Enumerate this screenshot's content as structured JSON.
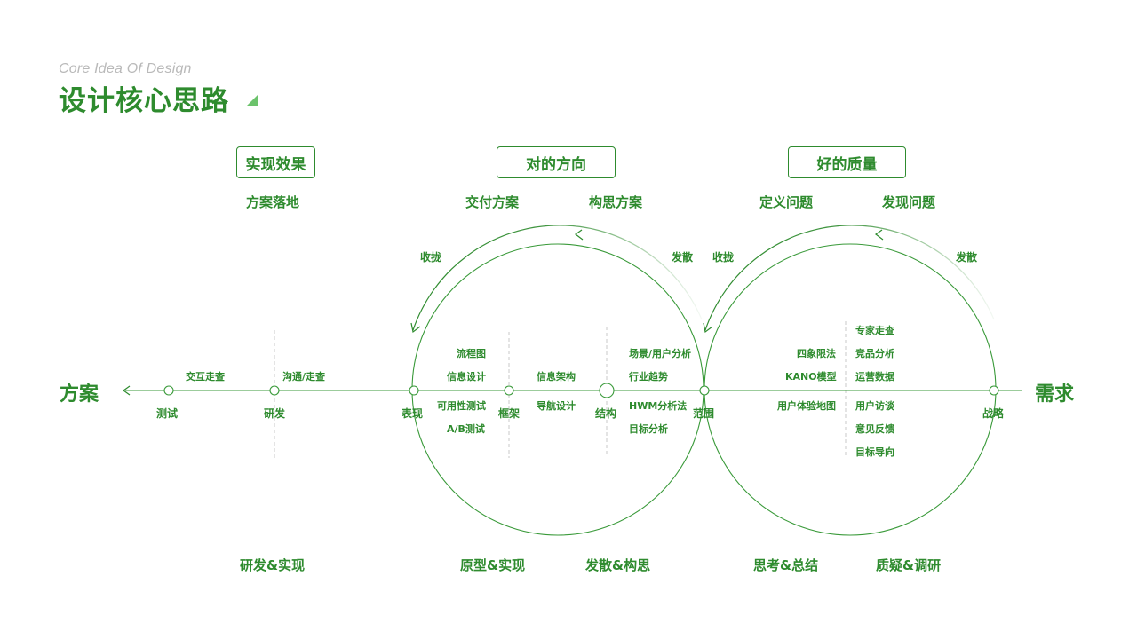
{
  "header": {
    "subtitle": "Core Idea Of Design",
    "title": "设计核心思路"
  },
  "ends": {
    "left": "方案",
    "right": "需求"
  },
  "boxes": {
    "b1": "实现效果",
    "b2": "对的方向",
    "b3": "好的质量"
  },
  "subheads": {
    "s1": "方案落地",
    "s2": "交付方案",
    "s3": "构思方案",
    "s4": "定义问题",
    "s5": "发现问题"
  },
  "arrows": {
    "a1": "收拢",
    "a2": "发散",
    "a3": "收拢",
    "a4": "发散"
  },
  "axis_nodes": {
    "n1": "测试",
    "n2": "研发",
    "n3": "表现",
    "n4": "框架",
    "n5": "结构",
    "n6": "范围",
    "n7": "战略"
  },
  "methods": {
    "m_jiaohu": "交互走查",
    "m_goutong": "沟通/走查",
    "m_liucheng": "流程图",
    "m_xinxisheji": "信息设计",
    "m_keyong": "可用性测试",
    "m_ab": "A/B测试",
    "m_xinxijiagou": "信息架构",
    "m_daohang": "导航设计",
    "m_changjing": "场景/用户分析",
    "m_hangye": "行业趋势",
    "m_hwm": "HWM分析法",
    "m_mubiao1": "目标分析",
    "m_sixiang": "四象限法",
    "m_kano": "KANO模型",
    "m_yonghuditu": "用户体验地图",
    "m_zhuanjia": "专家走查",
    "m_jingpin": "竞品分析",
    "m_yunying": "运营数据",
    "m_fangtan": "用户访谈",
    "m_fankui": "意见反馈",
    "m_mubiao2": "目标导向"
  },
  "phases": {
    "p1": "研发&实现",
    "p2": "原型&实现",
    "p3": "发散&构思",
    "p4": "思考&总结",
    "p5": "质疑&调研"
  },
  "colors": {
    "primary": "#2e8b2e",
    "accent": "#6cc36c",
    "muted": "#b9b9b9"
  }
}
